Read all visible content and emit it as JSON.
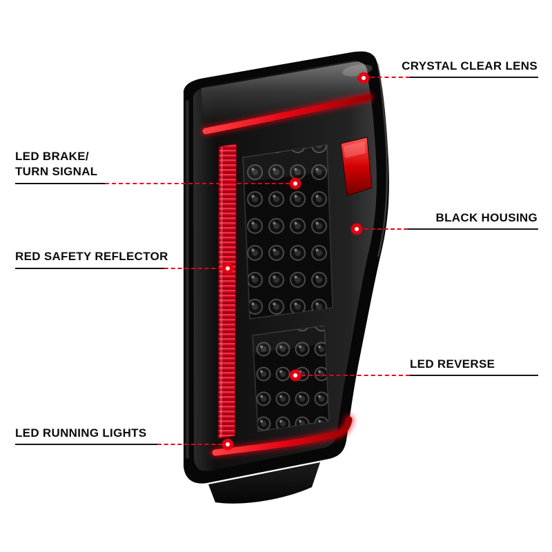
{
  "figure": {
    "description": "Annotated LED tail light product diagram"
  },
  "callouts": {
    "crystal_clear_lens": {
      "label": "CRYSTAL CLEAR LENS"
    },
    "led_brake_turn_signal": {
      "label_line1": "LED BRAKE/",
      "label_line2": "TURN SIGNAL"
    },
    "black_housing": {
      "label": "BLACK HOUSING"
    },
    "red_safety_reflector": {
      "label": "RED SAFETY REFLECTOR"
    },
    "led_reverse": {
      "label": "LED REVERSE"
    },
    "led_running_lights": {
      "label": "LED RUNNING LIGHTS"
    }
  },
  "colors": {
    "background": "#ffffff",
    "label_text": "#0a0a0a",
    "underline_black": "#141414",
    "leader_red": "#e60012",
    "marker_dot_red": "#e60012",
    "reflector_red": "#c40018",
    "light_tube_red": "#e30613",
    "housing_black": "#0a0a0a"
  }
}
